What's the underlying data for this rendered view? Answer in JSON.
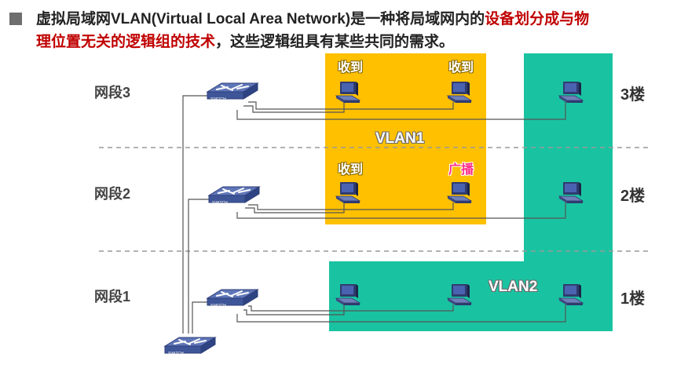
{
  "header": {
    "line1_dark": "虚拟局域网VLAN(Virtual Local Area Network)是一种将局域网内的",
    "line1_red": "设备划分成与物",
    "line2_red": "理位置无关的逻辑组的技术",
    "line2_dark": "，这些逻辑组具有某些共同的需求。"
  },
  "segments": {
    "seg3": "网段3",
    "seg2": "网段2",
    "seg1": "网段1"
  },
  "floors": {
    "f3": "3楼",
    "f2": "2楼",
    "f1": "1楼"
  },
  "vlans": {
    "vlan1": "VLAN1",
    "vlan2": "VLAN2"
  },
  "tags": {
    "receive": "收到",
    "broadcast": "广播"
  },
  "switch_text": "SWITCH",
  "colors": {
    "vlan1": "#ffc000",
    "vlan2": "#19c3a1",
    "emphasis": "#c00000",
    "tag_pink": "#ff2f8a"
  }
}
